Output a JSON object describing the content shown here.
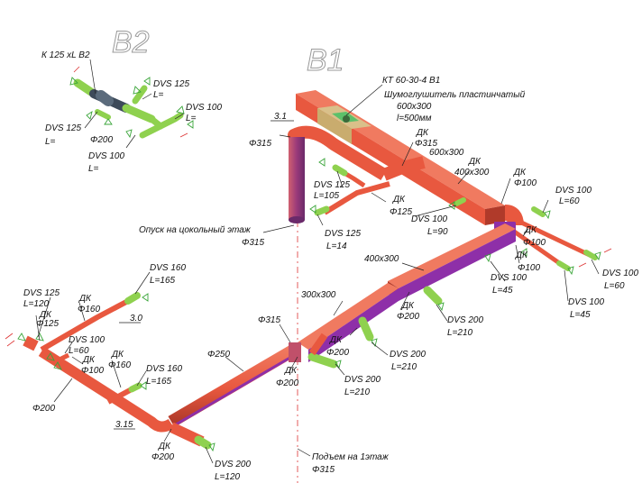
{
  "zones": {
    "b1": "B1",
    "b2": "B2"
  },
  "colors": {
    "duct": "#e8583f",
    "duct_shade": "#b03a2a",
    "duct_under": "#8e2fa8",
    "flex": "#8fd14f",
    "flex_dark": "#3f7a1f",
    "silencer": "#d9c08a",
    "silencer_core": "#5cc06a",
    "diffuser": "#3aa53a",
    "axis": "#dd3333"
  },
  "labels": {
    "b2_ref": "К 125 xL B2",
    "b2_dvs125_top": "DVS 125",
    "b2_L_top": "L=",
    "b2_dvs100_right": "DVS 100",
    "b2_L_right": "L=",
    "b2_dvs125_left": "DVS 125",
    "b2_L_left": "L=",
    "b2_d200": "Φ200",
    "b2_dvs100_bottom": "DVS 100",
    "b2_L_bottom": "L=",
    "kt": "КТ 60-30-4  В1",
    "silencer": "Шумоглушитель пластинчатый",
    "silencer_size": "600x300",
    "silencer_len": "l=500мм",
    "dk_top": "ДК",
    "d315_top": "Φ315",
    "s600x300": "600x300",
    "d315_left": "Φ315",
    "dk_400": "ДК",
    "s400x300_top": "400x300",
    "dvs125_a": "DVS 125",
    "L105": "L=105",
    "dk_125": "ДК",
    "d125": "Φ125",
    "dvs100_a": "DVS 100",
    "L90": "L=90",
    "dk_100_a": "ДК",
    "d100_a": "Φ100",
    "dvs100_b": "DVS 100",
    "L60_a": "L=60",
    "descent": "Опуск на цокольный этаж",
    "descent_d": "Φ315",
    "dvs125_b": "DVS 125",
    "L14": "L=14",
    "dk_100_b": "ДК",
    "d100_b": "Φ100",
    "dk_100_c": "ДК",
    "d100_c": "Φ100",
    "dvs100_c": "DVS 100",
    "L45_a": "L=45",
    "dvs100_d": "DVS 100",
    "L60_b": "L=60",
    "dvs100_e": "DVS 100",
    "L45_b": "L=45",
    "s400x300": "400x300",
    "s300x300": "300x300",
    "dk_200_a": "ДК",
    "d200_a": "Φ200",
    "dvs200_a": "DVS 200",
    "L210_a": "L=210",
    "d315_mid": "Φ315",
    "dvs200_b": "DVS 200",
    "L210_b": "L=210",
    "dk_200_b": "ДК",
    "d200_b": "Φ200",
    "dvs200_c": "DVS 200",
    "L210_c": "L=210",
    "d250": "Φ250",
    "dvs125_c": "DVS 125",
    "L120_a": "L=120",
    "dk_125_b": "ДК",
    "d125_b": "Φ125",
    "dk_160_a": "ДК",
    "d160_a": "Φ160",
    "dvs160_a": "DVS 160",
    "L165_a": "L=165",
    "dvs100_f": "DVS 100",
    "L60_c": "L=60",
    "dk_100_d": "ДК",
    "d100_d": "Φ100",
    "dk_160_b": "ДК",
    "d160_b": "Φ160",
    "dvs160_b": "DVS 160",
    "L165_b": "L=165",
    "d200_left": "Φ200",
    "dk_200_c": "ДК",
    "d200_c": "Φ200",
    "dvs200_d": "DVS 200",
    "L120_b": "L=120",
    "rise": "Подъем на 1этаж",
    "rise_d": "Φ315",
    "elev_a": "3.1",
    "elev_b": "3.0",
    "elev_c": "3.15"
  }
}
